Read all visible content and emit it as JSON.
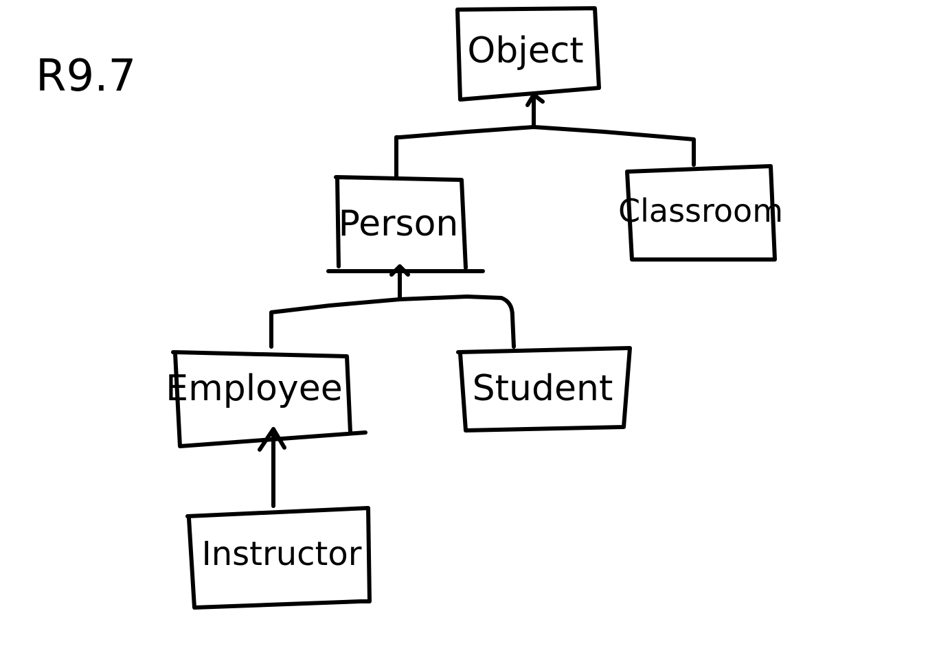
{
  "title": "R9.7",
  "nodes": {
    "object": "Object",
    "person": "Person",
    "classroom": "Classroom",
    "employee": "Employee",
    "student": "Student",
    "instructor": "Instructor"
  },
  "colors": {
    "ink": "#000000",
    "background": "#ffffff"
  }
}
